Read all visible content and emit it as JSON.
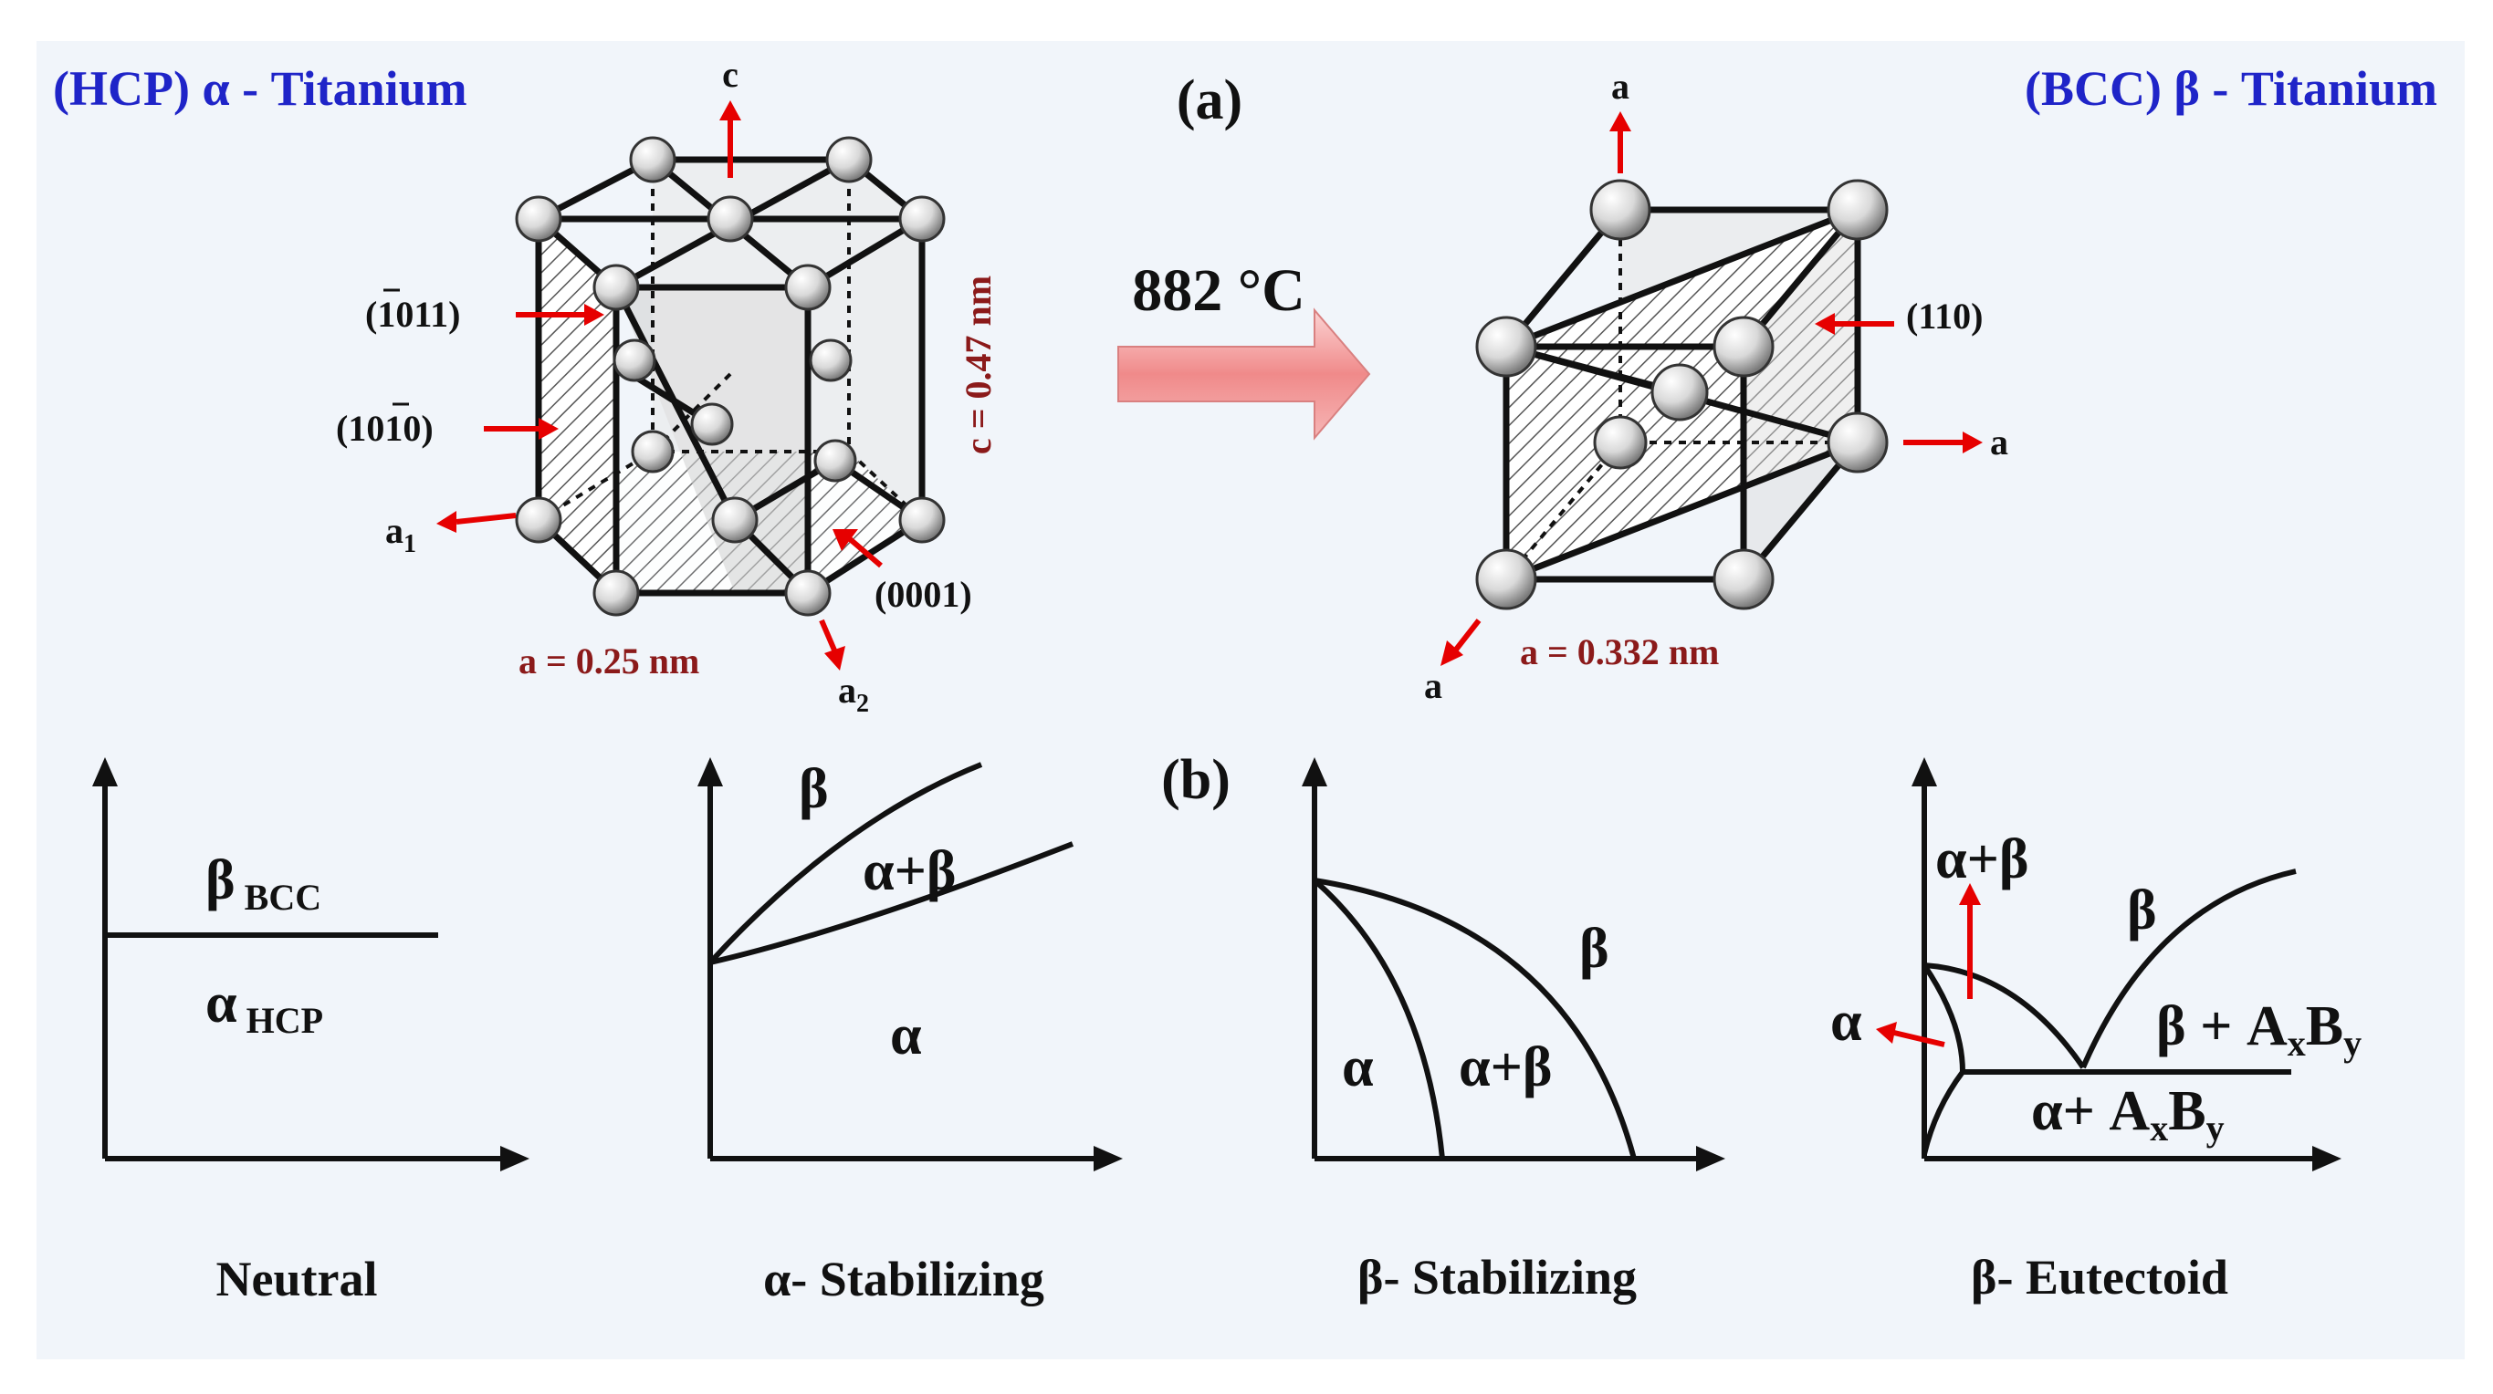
{
  "panel_a": {
    "label": "(a)",
    "hcp_title": "(HCP) α - Titanium",
    "bcc_title": "(BCC) β - Titanium",
    "transition_temp": "882 °C",
    "hcp": {
      "axis_c": "c",
      "axis_a1_main": "a",
      "axis_a1_sub": "1",
      "axis_a2_main": "a",
      "axis_a2_sub": "2",
      "plane_pyramidal": "(1011)",
      "plane_prism": "(1010)",
      "plane_basal": "(0001)",
      "lattice_c": "c = 0.47 nm",
      "lattice_a": "a = 0.25 nm"
    },
    "bcc": {
      "axis_top": "a",
      "axis_right": "a",
      "axis_bottom": "a",
      "plane": "(110)",
      "lattice_a": "a = 0.332 nm"
    }
  },
  "panel_b": {
    "label": "(b)",
    "neutral": {
      "caption": "Neutral",
      "beta": "β",
      "beta_sub": "BCC",
      "alpha": "α",
      "alpha_sub": "HCP"
    },
    "alpha_stabilizing": {
      "caption": "α- Stabilizing",
      "beta": "β",
      "alpha_beta": "α+β",
      "alpha": "α"
    },
    "beta_stabilizing": {
      "caption": "β- Stabilizing",
      "beta": "β",
      "alpha": "α",
      "alpha_beta": "α+β"
    },
    "beta_eutectoid": {
      "caption": "β- Eutectoid",
      "alpha_beta": "α+β",
      "beta": "β",
      "alpha": "α",
      "beta_compound": "β + A",
      "beta_compound_x": "x",
      "beta_compound_b": "B",
      "beta_compound_y": "y",
      "alpha_compound": "α+ A",
      "alpha_compound_x": "x",
      "alpha_compound_b": "B",
      "alpha_compound_y": "y"
    }
  },
  "colors": {
    "title_blue": "#1f24c8",
    "dimension_red": "#8b1a1a",
    "arrow_red": "#e60000",
    "transition_arrow": "#f4a3a3",
    "background_panel": "#f1f5fa"
  }
}
